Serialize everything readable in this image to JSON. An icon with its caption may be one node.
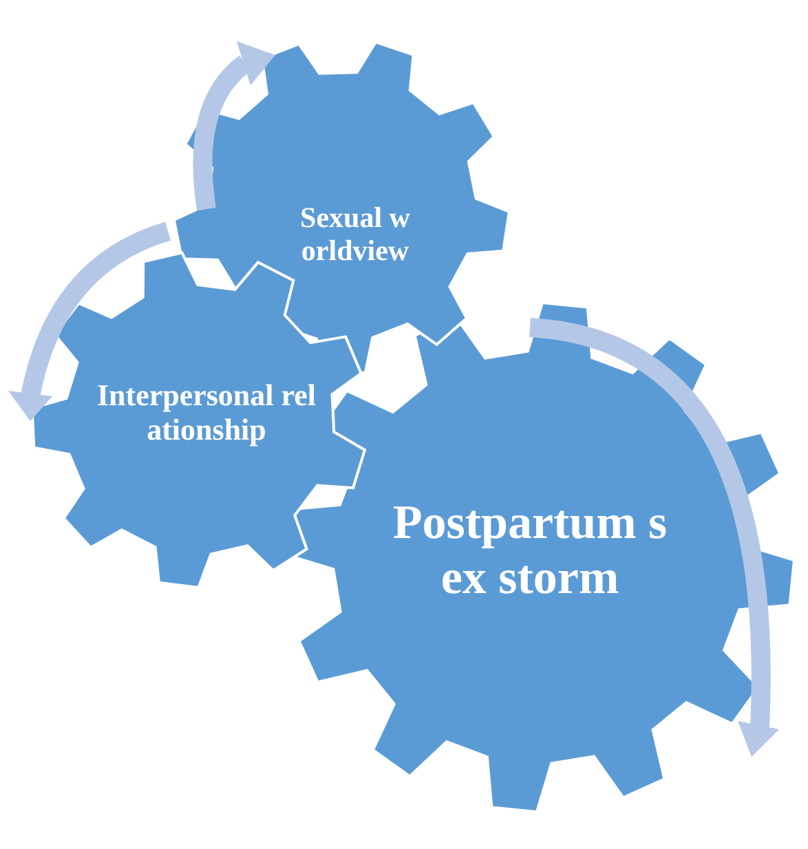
{
  "diagram": {
    "nodes": [
      {
        "text": [
          "Sexual worldview"
        ]
      },
      {
        "text": [
          "Interpersonal relationship"
        ]
      },
      {
        "text": [
          "Postpartum sex storm"
        ]
      }
    ]
  }
}
